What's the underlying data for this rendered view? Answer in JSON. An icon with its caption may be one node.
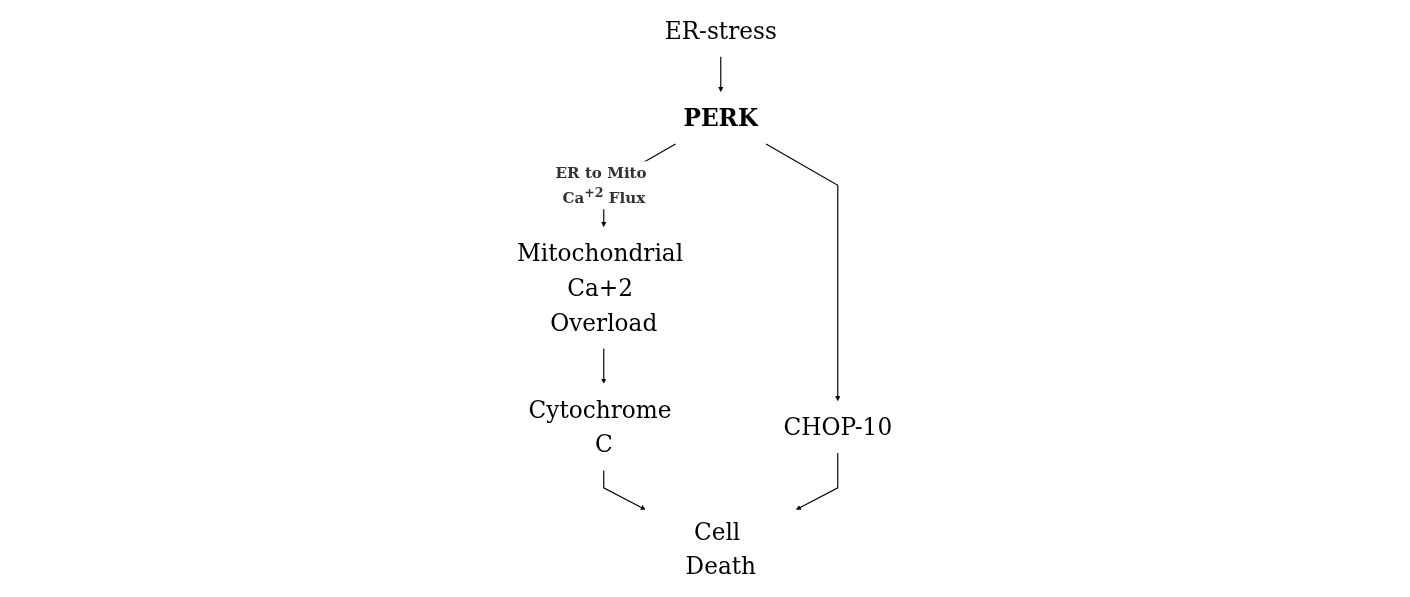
{
  "diagram": {
    "nodes": [
      {
        "text": [
          "ER-stress"
        ]
      },
      {
        "text": [
          "PERK"
        ]
      },
      {
        "text": [
          "CHOP-10"
        ]
      },
      {
        "text": [
          "Mitochondrial Ca+2 Overload"
        ]
      },
      {
        "text": [
          "Cytochrome C"
        ]
      },
      {
        "text": [
          "Cell Death"
        ]
      }
    ],
    "edges": [
      {
        "from": 0,
        "to": 1,
        "arrow": "to"
      },
      {
        "from": 1,
        "to": 3,
        "arrow": "to",
        "label": "ER to Mito Ca$^{+2}$ Flux"
      },
      {
        "from": 1,
        "to": 2,
        "arrow": "to"
      },
      {
        "from": 3,
        "to": 4,
        "arrow": "to"
      },
      {
        "from": 4,
        "to": 5,
        "arrow": "to"
      },
      {
        "from": 2,
        "to": 5,
        "arrow": "to"
      }
    ]
  }
}
